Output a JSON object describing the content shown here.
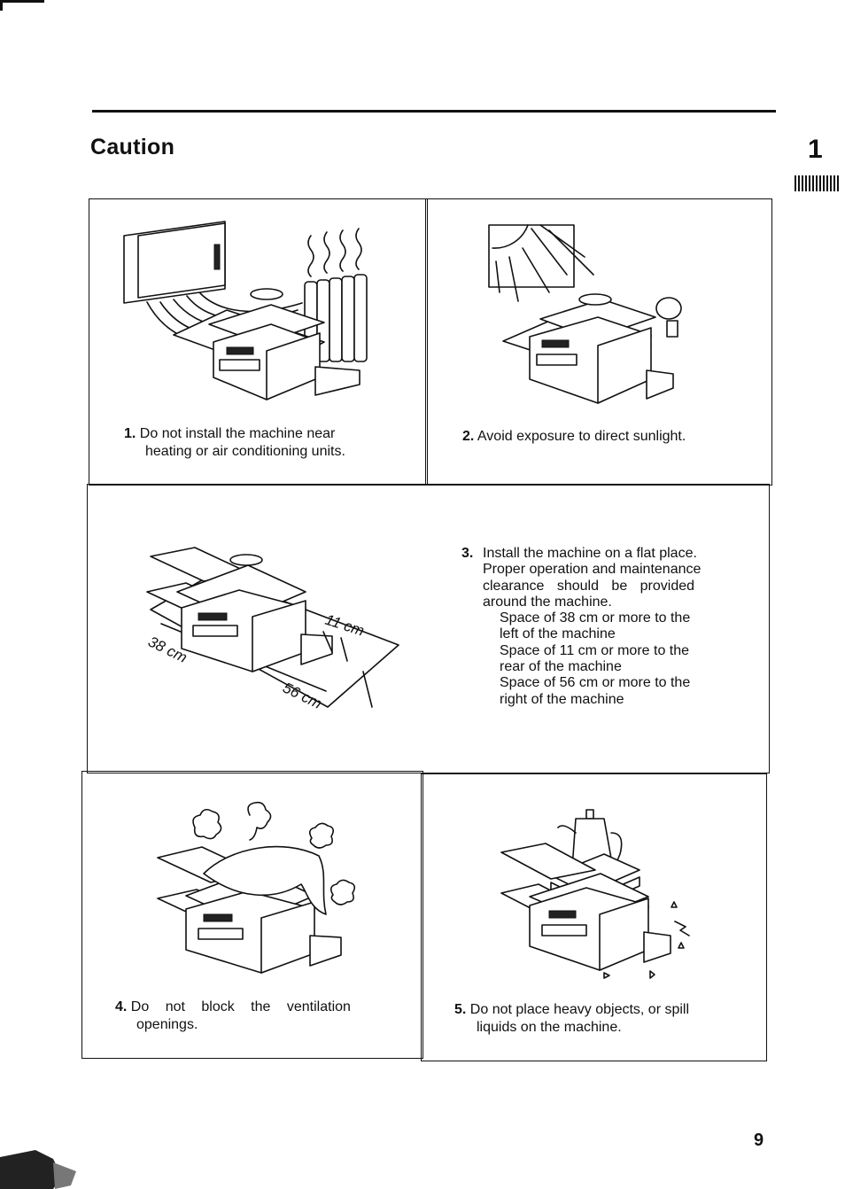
{
  "page": {
    "title": "Caution",
    "chapter": "1",
    "page_number": "9"
  },
  "items": [
    {
      "num": "1.",
      "line1": "Do not install the machine near",
      "line2": "heating or air conditioning units."
    },
    {
      "num": "2.",
      "line1": "Avoid exposure to direct sunlight."
    },
    {
      "num": "3.",
      "lines": [
        "Install the machine on a flat place.",
        "Proper operation and maintenance",
        "clearance should be provided",
        "around the machine."
      ],
      "sub": [
        "Space of 38 cm or more to the",
        "left of the machine",
        "Space of 11 cm or more to the",
        "rear of the machine",
        "Space of 56 cm or more to the",
        "right of the machine"
      ],
      "dims": {
        "left": "38 cm",
        "rear": "11 cm",
        "right": "56 cm"
      }
    },
    {
      "num": "4.",
      "line1": "Do not block the ventilation",
      "line2": "openings."
    },
    {
      "num": "5.",
      "line1": "Do not place heavy objects, or spill",
      "line2": "liquids on the machine."
    }
  ]
}
